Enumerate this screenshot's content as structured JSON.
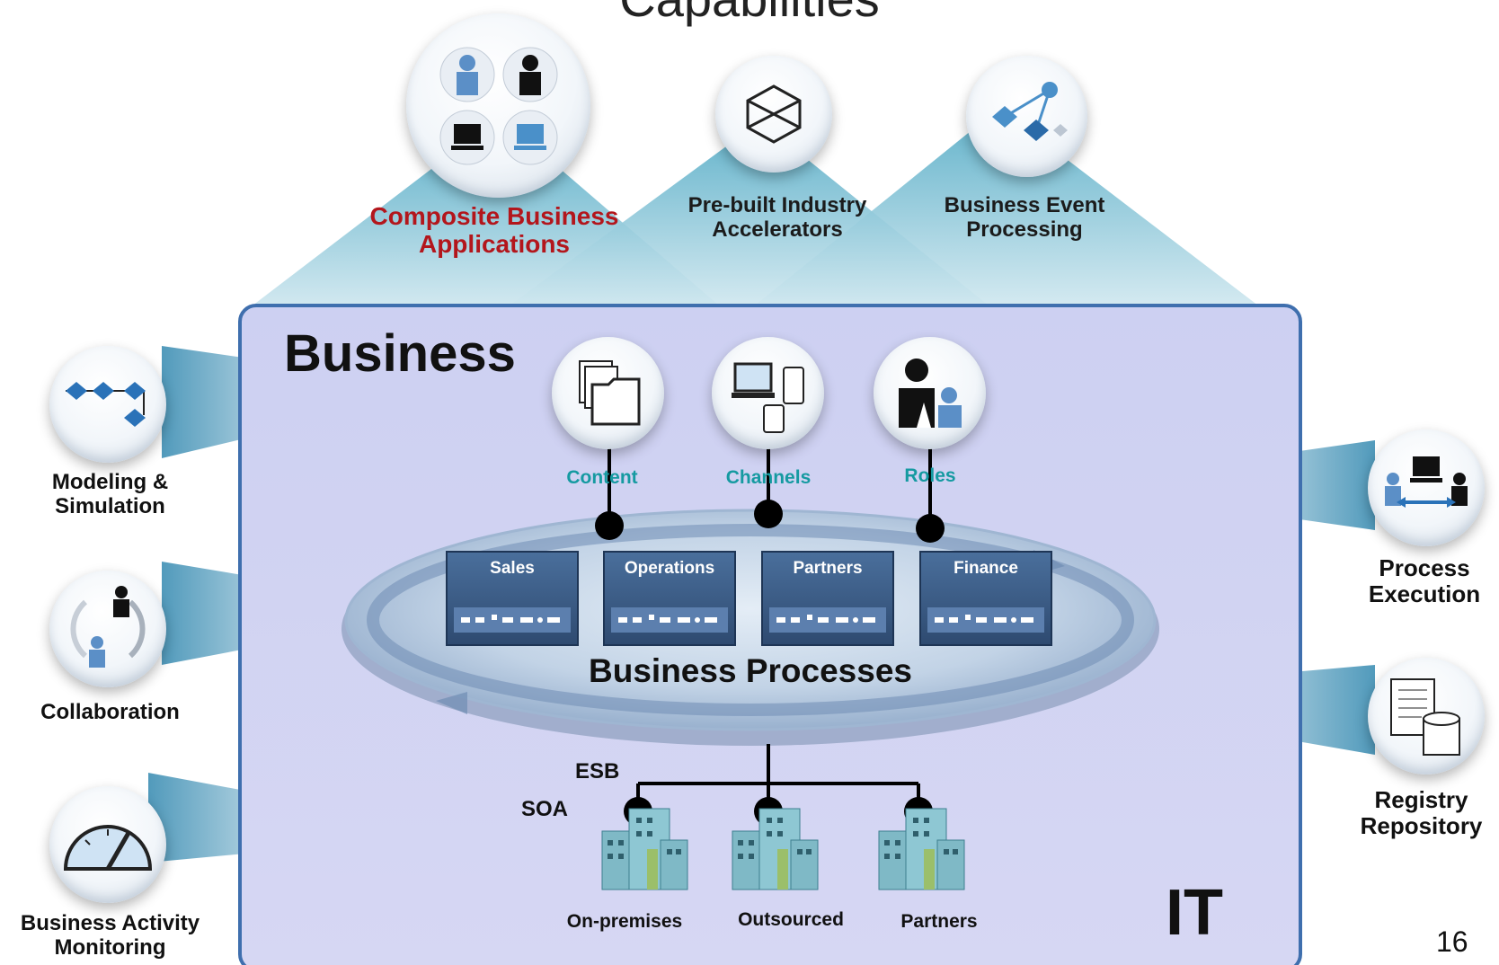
{
  "title": "Capabilities",
  "capabilities": {
    "composite": {
      "line1": "Composite Business",
      "line2": "Applications",
      "icon": "users-and-computers-icon"
    },
    "prebuilt": {
      "line1": "Pre-built Industry",
      "line2": "Accelerators",
      "icon": "accelerator-cube-icon"
    },
    "event": {
      "line1": "Business Event",
      "line2": "Processing",
      "icon": "event-flow-icon"
    }
  },
  "left_capabilities": {
    "modeling": {
      "line1": "Modeling &",
      "line2": "Simulation",
      "icon": "process-model-icon"
    },
    "collaboration": {
      "label": "Collaboration",
      "icon": "collaboration-cycle-icon"
    },
    "monitoring": {
      "line1": "Business Activity",
      "line2": "Monitoring",
      "icon": "gauge-icon"
    }
  },
  "right_capabilities": {
    "execution": {
      "line1": "Process",
      "line2": "Execution",
      "icon": "process-execution-icon"
    },
    "registry": {
      "line1": "Registry",
      "line2": "Repository",
      "icon": "document-database-icon"
    }
  },
  "business_panel": {
    "business_label": "Business",
    "it_label": "IT",
    "top_nodes": [
      {
        "label": "Content",
        "icon": "documents-folder-icon"
      },
      {
        "label": "Channels",
        "icon": "devices-icon"
      },
      {
        "label": "Roles",
        "icon": "roles-people-icon"
      }
    ],
    "processes": [
      "Sales",
      "Operations",
      "Partners",
      "Finance"
    ],
    "business_processes_label": "Business Processes",
    "esb_label": "ESB",
    "soa_label": "SOA",
    "buildings": [
      "On-premises",
      "Outsourced",
      "Partners"
    ]
  },
  "page_number": "16",
  "colors": {
    "red": "#b3161c",
    "teal": "#159aa1",
    "panel_border": "#3f6fae",
    "process_box": "#35557d"
  }
}
